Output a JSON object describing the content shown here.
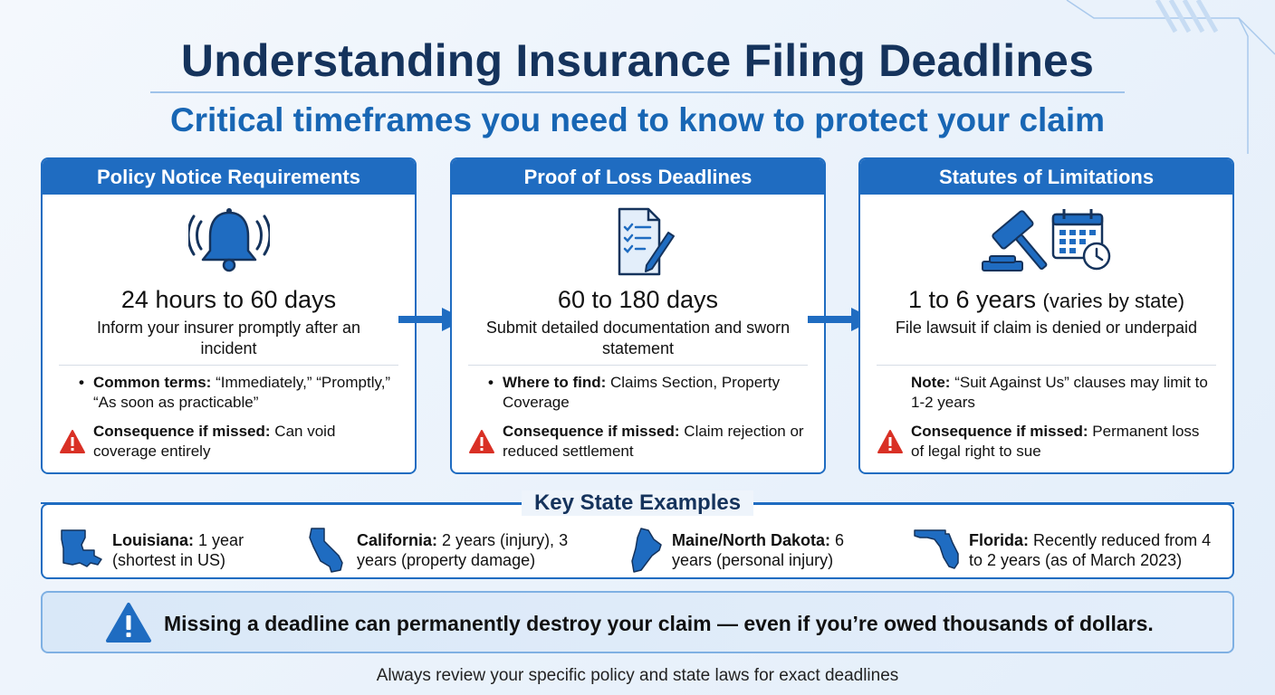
{
  "title": "Understanding Insurance Filing Deadlines",
  "subtitle": "Critical timeframes you need to know to protect your claim",
  "cards": [
    {
      "header": "Policy Notice Requirements",
      "icon": "bell-icon",
      "period": "24 hours to 60 days",
      "period_extra": "",
      "description": "Inform your insurer promptly after an incident",
      "note_label": "Common terms:",
      "note_text": "“Immediately,” “Promptly,” “As soon as practicable”",
      "consequence_label": "Consequence if missed:",
      "consequence_text": "Can void coverage entirely"
    },
    {
      "header": "Proof of Loss Deadlines",
      "icon": "document-checklist-icon",
      "period": "60 to 180 days",
      "period_extra": "",
      "description": "Submit detailed documentation and sworn statement",
      "note_label": "Where to find:",
      "note_text": "Claims Section, Property Coverage",
      "consequence_label": "Consequence if missed:",
      "consequence_text": "Claim rejection or reduced settlement"
    },
    {
      "header": "Statutes of Limitations",
      "icon": "gavel-calendar-icon",
      "period": "1 to 6 years",
      "period_extra": "(varies by state)",
      "description": "File lawsuit if claim is denied or underpaid",
      "note_label": "Note:",
      "note_text": "“Suit Against Us” clauses may limit to 1-2 years",
      "consequence_label": "Consequence if missed:",
      "consequence_text": "Permanent loss of legal right to sue"
    }
  ],
  "states": {
    "heading": "Key State Examples",
    "items": [
      {
        "name": "Louisiana:",
        "text": "1 year (shortest in US)",
        "icon": "louisiana-map-icon"
      },
      {
        "name": "California:",
        "text": "2 years (injury), 3 years (property damage)",
        "icon": "california-map-icon"
      },
      {
        "name": "Maine/North Dakota:",
        "text": "6 years (personal injury)",
        "icon": "maine-map-icon"
      },
      {
        "name": "Florida:",
        "text": "Recently reduced from 4 to 2 years (as of March 2023)",
        "icon": "florida-map-icon"
      }
    ]
  },
  "alert": "Missing a deadline can permanently destroy your claim — even if you’re owed thousands of dollars.",
  "footer": "Always review your specific policy and state laws for exact deadlines",
  "colors": {
    "navy": "#15335c",
    "accent": "#1f6cc1",
    "warning": "#d93025"
  }
}
